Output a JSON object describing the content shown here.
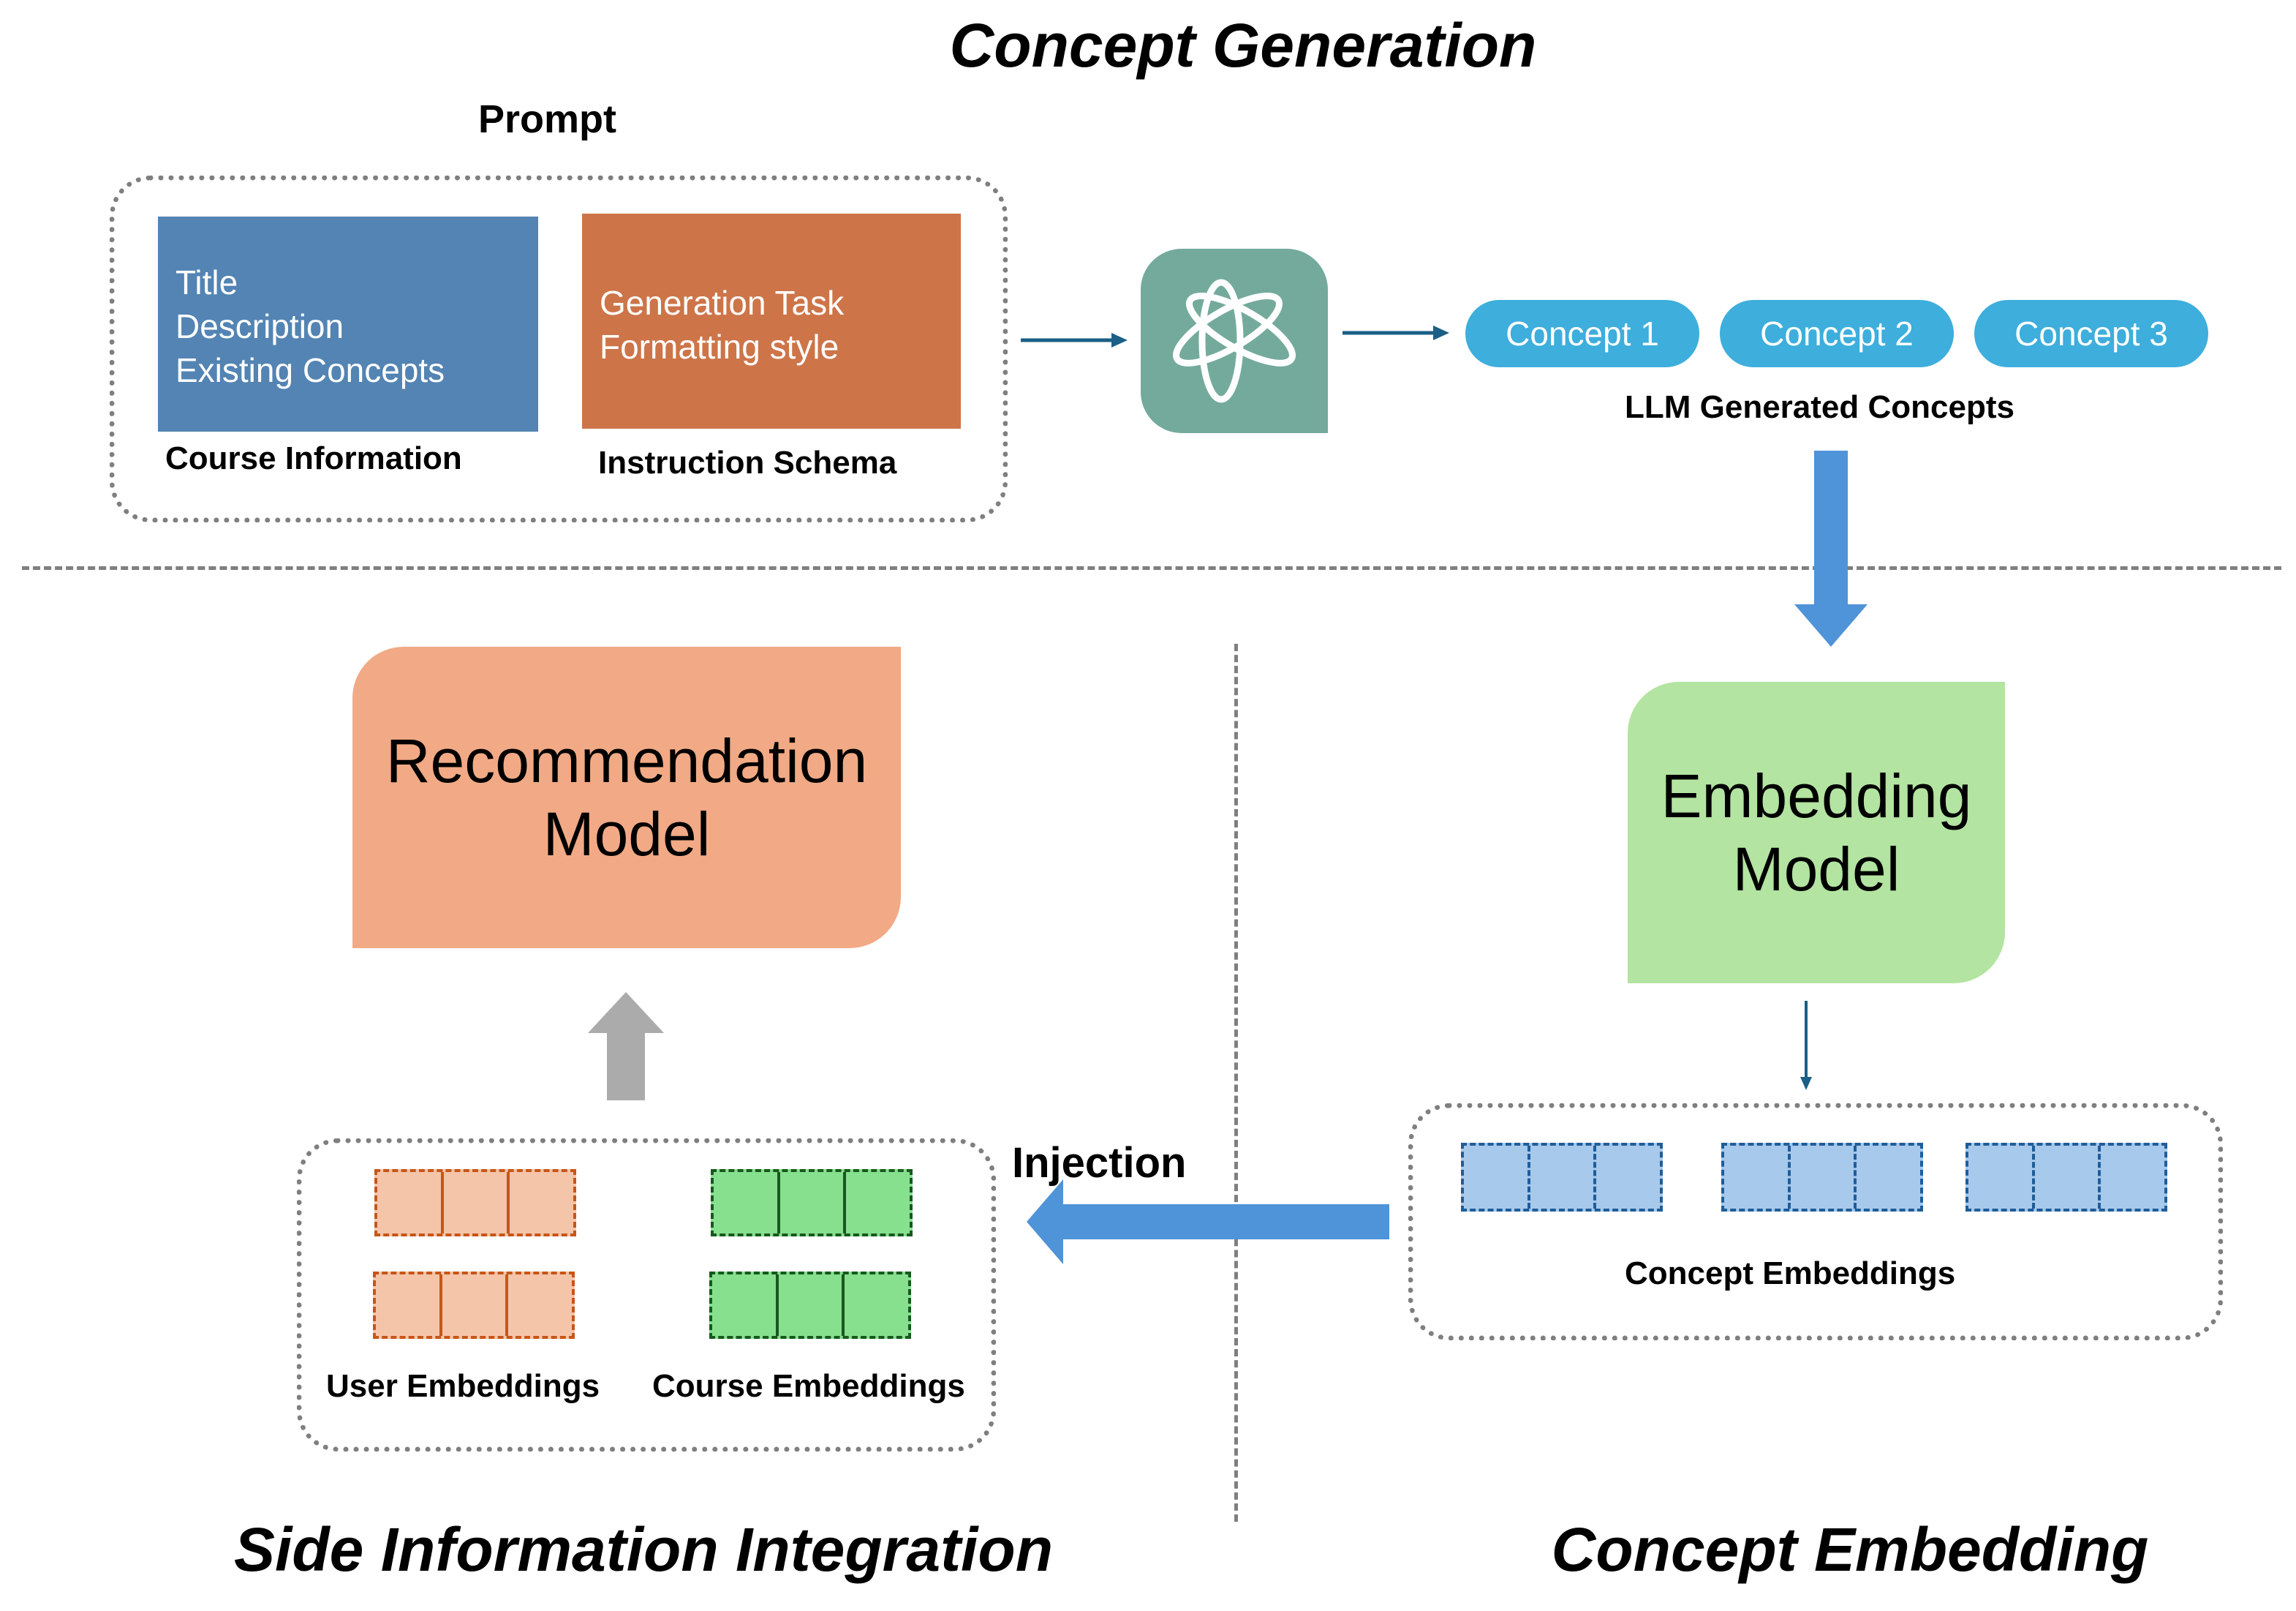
{
  "sections": {
    "concept_generation": "Concept Generation",
    "side_information_integration": "Side Information Integration",
    "concept_embedding": "Concept Embedding"
  },
  "prompt": {
    "label": "Prompt",
    "course_information": {
      "lines": [
        "Title",
        "Description",
        "Existing Concepts"
      ],
      "caption": "Course Information",
      "color": "#5384b3"
    },
    "instruction_schema": {
      "lines": [
        "Generation Task",
        "Formatting style"
      ],
      "caption": "Instruction Schema",
      "color": "#cd7549"
    }
  },
  "llm": {
    "icon": "openai-logo-icon",
    "color": "#74aa9c"
  },
  "concepts": {
    "items": [
      "Concept 1",
      "Concept 2",
      "Concept 3"
    ],
    "caption": "LLM Generated Concepts",
    "color": "#3eaedc"
  },
  "embedding_model": {
    "lines": [
      "Embedding",
      "Model"
    ],
    "color": "#b3e4a1"
  },
  "concept_embeddings": {
    "caption": "Concept Embeddings",
    "count": 3,
    "cells": 3,
    "color": "#a7c9ec"
  },
  "injection": {
    "label": "Injection"
  },
  "side_info": {
    "user_embeddings": {
      "caption": "User Embeddings",
      "count": 2,
      "cells": 3,
      "color": "#f5c5aa"
    },
    "course_embeddings": {
      "caption": "Course Embeddings",
      "count": 2,
      "cells": 3,
      "color": "#86e08e"
    }
  },
  "recommendation_model": {
    "lines": [
      "Recommendation",
      "Model"
    ],
    "color": "#f1aa85"
  }
}
